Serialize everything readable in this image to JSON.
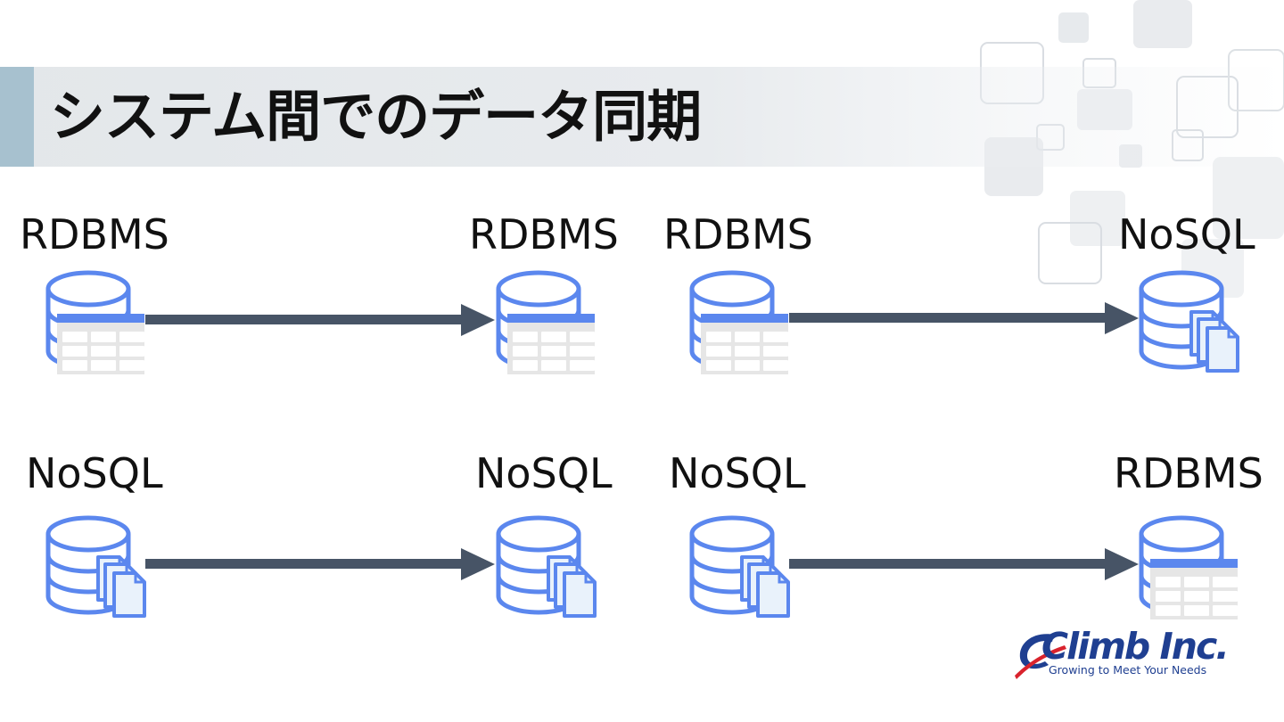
{
  "title": "システム間でのデータ同期",
  "flows": [
    {
      "from": {
        "label": "RDBMS",
        "type": "rdbms"
      },
      "to": {
        "label": "RDBMS",
        "type": "rdbms"
      }
    },
    {
      "from": {
        "label": "RDBMS",
        "type": "rdbms"
      },
      "to": {
        "label": "NoSQL",
        "type": "nosql"
      }
    },
    {
      "from": {
        "label": "NoSQL",
        "type": "nosql"
      },
      "to": {
        "label": "NoSQL",
        "type": "nosql"
      }
    },
    {
      "from": {
        "label": "NoSQL",
        "type": "nosql"
      },
      "to": {
        "label": "RDBMS",
        "type": "rdbms"
      }
    }
  ],
  "logo": {
    "name": "Climb Inc.",
    "tagline": "Growing to Meet Your Needs"
  },
  "colors": {
    "database_stroke": "#5b87ee",
    "arrow": "#475466",
    "table_fill": "#e6e6e6",
    "document_fill": "#e9f2fb",
    "title_accent": "#a7c1cf",
    "logo_blue": "#1f3f91",
    "logo_red": "#d9232d"
  },
  "icons": {
    "rdbms": "database-table-icon",
    "nosql": "database-documents-icon",
    "arrow": "right-arrow-icon"
  }
}
